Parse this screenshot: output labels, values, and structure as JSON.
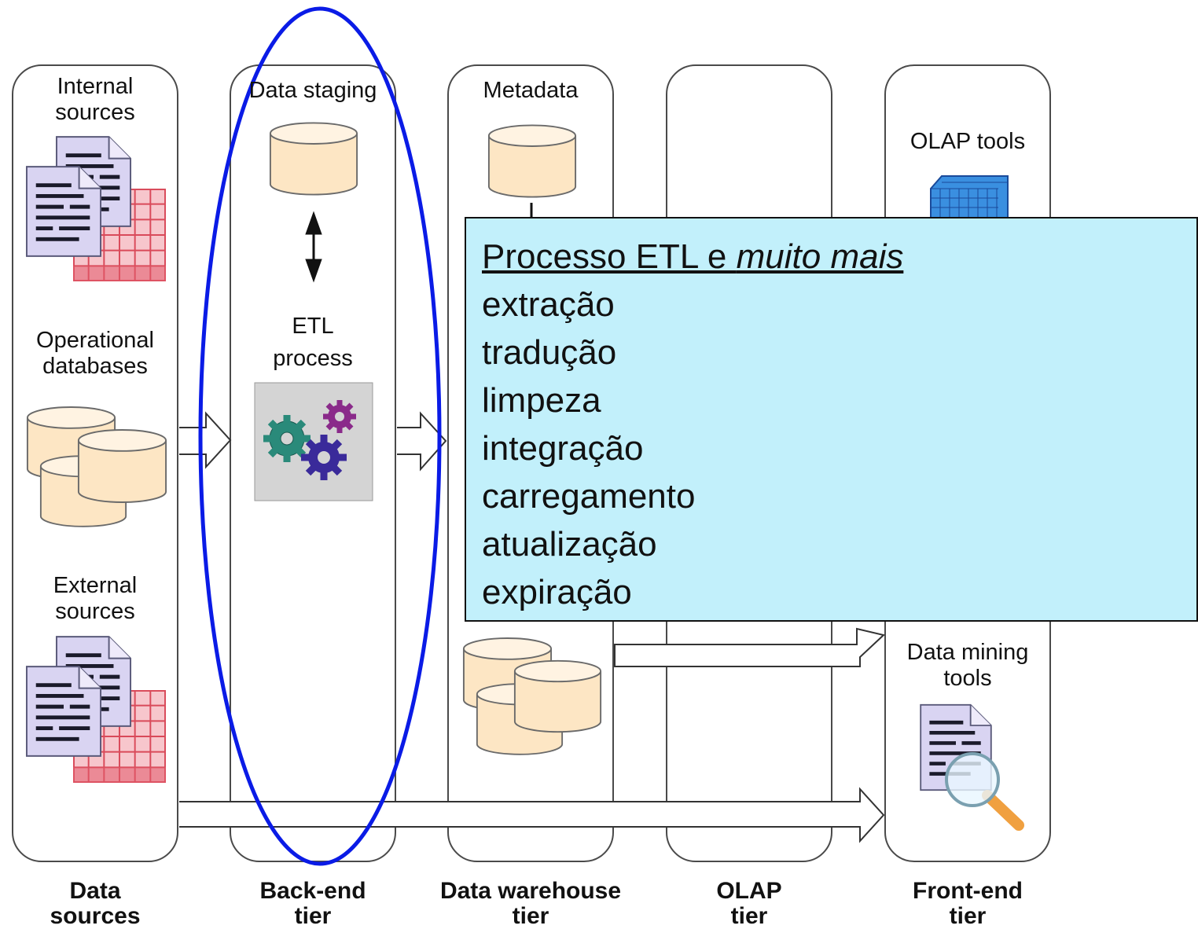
{
  "tiers": {
    "data_sources": {
      "internal_label": "Internal\nsources",
      "operational_label": "Operational\ndatabases",
      "external_label": "External\nsources",
      "footer": "Data\nsources"
    },
    "back_end": {
      "staging_label": "Data staging",
      "etl_label": "ETL\nprocess",
      "footer": "Back-end\ntier"
    },
    "data_warehouse": {
      "metadata_label": "Metadata",
      "footer": "Data warehouse\ntier"
    },
    "olap": {
      "footer": "OLAP\ntier"
    },
    "front_end": {
      "olap_tools_label": "OLAP tools",
      "mining_label": "Data mining\ntools",
      "footer": "Front-end\ntier"
    }
  },
  "callout": {
    "title_plain": "Processo ETL e ",
    "title_italic": "muito mais",
    "items": [
      "extração",
      "tradução",
      "limpeza",
      "integração",
      "carregamento",
      "atualização",
      "expiração"
    ]
  },
  "colors": {
    "highlight_ellipse": "#0a1be6",
    "callout_bg": "#c2f0fb",
    "cylinder_fill": "#fde6c4",
    "spreadsheet_red": "#e25a6a",
    "cube_blue": "#3a8fe0"
  }
}
